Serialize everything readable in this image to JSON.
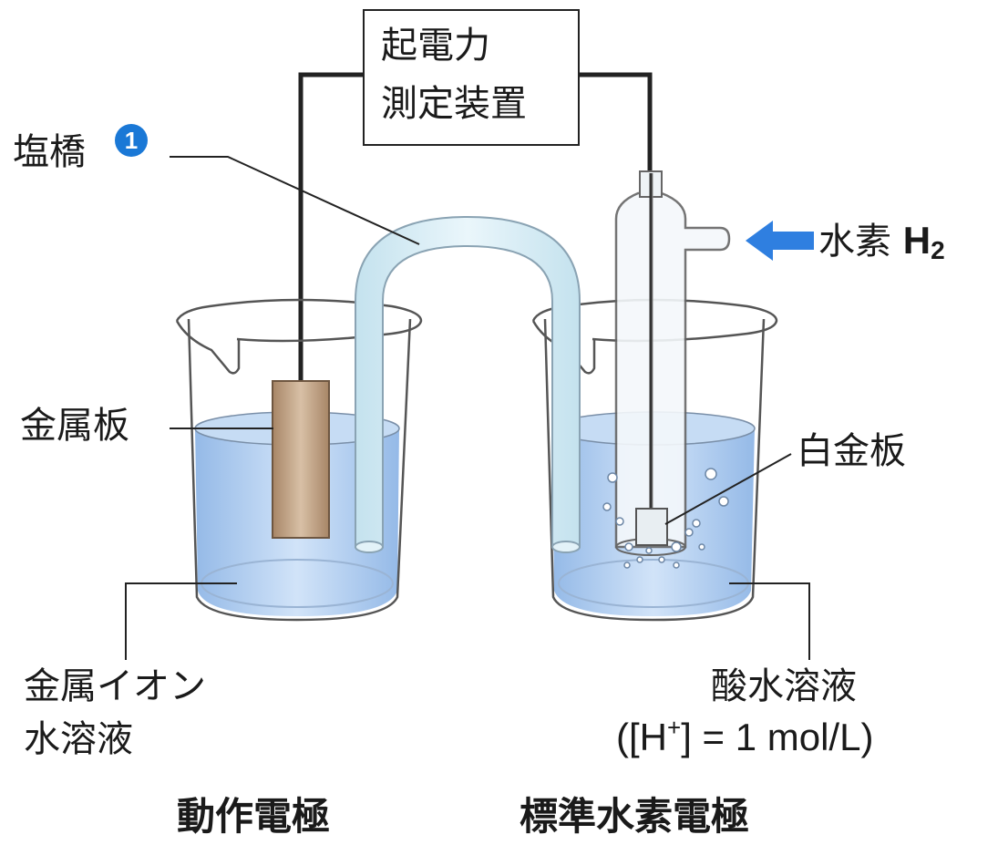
{
  "device": {
    "line1": "起電力",
    "line2": "測定装置"
  },
  "labels": {
    "salt_bridge": "塩橋",
    "salt_bridge_note": "1",
    "hydrogen": "水素",
    "hydrogen_formula_main": "H",
    "hydrogen_formula_sub": "2",
    "metal_plate": "金属板",
    "platinum_plate": "白金板",
    "metal_ion_solution_line1": "金属イオン",
    "metal_ion_solution_line2": "水溶液",
    "acid_solution": "酸水溶液",
    "acid_concentration_open": "([H",
    "acid_concentration_sup": "+",
    "acid_concentration_close": "] = 1 mol/L)",
    "working_electrode": "動作電極",
    "standard_hydrogen_electrode": "標準水素電極"
  },
  "colors": {
    "liquid": "#aacaf0",
    "salt_bridge": "#d4ecf4",
    "metal_plate": "#b9987a",
    "arrow": "#2f7fe0",
    "badge": "#1a78d6"
  }
}
